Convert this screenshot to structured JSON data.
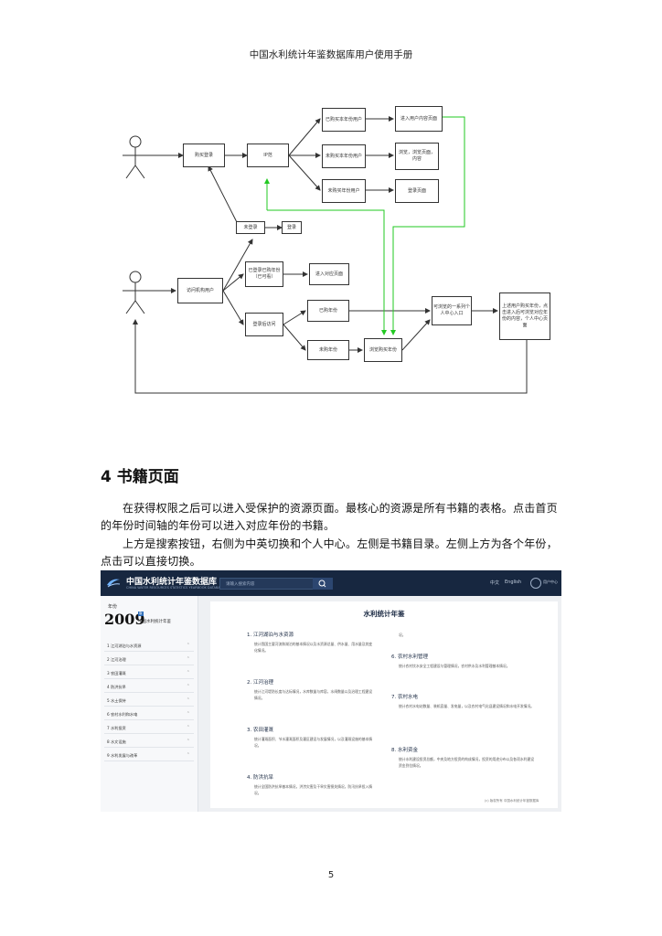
{
  "header": {
    "title": "中国水利统计年鉴数据库用户使用手册"
  },
  "flowchart": {
    "nodes": {
      "n1": "购买登录",
      "n2": "IP范",
      "n3": "已购买本年份用户",
      "n4": "未购买本年份用户",
      "n5": "未购买年份用户",
      "n6": "进入用户内容页面",
      "n7": "浏览，浏览页面，内容",
      "n8": "登录页面",
      "n9": "未登录",
      "n10": "登录",
      "n11": "访问机构用户",
      "n12": "已登录已购年份（已可看）",
      "n13": "进入对应页面",
      "n14": "登录后访问",
      "n15": "已购年份",
      "n16": "未购年份",
      "n17": "浏览购买年份",
      "n18": "可浏览的一系列个人中心入口",
      "n19": "上述用户购买年份，点击进入后可浏览对应年份的内容，个人中心页面"
    }
  },
  "section": {
    "heading": "4 书籍页面",
    "para1": "在获得权限之后可以进入受保护的资源页面。最核心的资源是所有书籍的表格。点击首页的年份时间轴的年份可以进入对应年份的书籍。",
    "para2": "上方是搜索按钮，右侧为中英切换和个人中心。左侧是书籍目录。左侧上方为各个年份，点击可以直接切换。"
  },
  "screenshot": {
    "brand": "中国水利统计年鉴数据库",
    "brand_sub": "CHINA WATER RESOURCES STATISTICS YEARBOOK DATABASE",
    "search_placeholder": "请输入搜索内容",
    "link_cn": "中文",
    "link_en": "English",
    "user": "用户中心",
    "year_label": "年份",
    "year": "2009",
    "year_tag": "版",
    "year_subtitle": "中国水利统计年鉴",
    "menu": [
      "1 江河湖泊与水资源",
      "2 江河治理",
      "3 农田灌溉",
      "4 防洪抗旱",
      "5 水土保持",
      "6 农村水利和水电",
      "7 水利投资",
      "8 水文设施",
      "9 水利发展与改革"
    ],
    "content_title": "水利统计年鉴",
    "sections_left": [
      {
        "title": "1. 江河湖泊与水资源",
        "text": "统计我国主要河流和湖泊的基本情况以及水资源总量、供水量、用水量及其变化情况。"
      },
      {
        "title": "2. 江河治理",
        "text": "统计江河堤防长度与达标情况，水库数量与库容，水闸数量以及治理工程建设情况。"
      },
      {
        "title": "3. 农田灌溉",
        "text": "统计灌溉面积、节水灌溉面积及灌区建设与发展情况，以及灌溉设施的基本情况。"
      },
      {
        "title": "4. 防洪抗旱",
        "text": "统计全国防洪抗旱基本情况，洪涝灾害及干旱灾害损失情况，防汛抗旱投入情况。"
      }
    ],
    "sections_right": [
      {
        "title": "",
        "text": "况。"
      },
      {
        "title": "6. 农村水利管理",
        "text": "统计农村饮水安全工程建设与管理情况，农村供水及水利管理基本情况。"
      },
      {
        "title": "7. 农村水电",
        "text": "统计农村水电站数量、装机容量、发电量，以及农村电气化县建设情况和水电开发情况。"
      },
      {
        "title": "8. 水利资金",
        "text": "统计水利建设投资总额，中央及地方投资的构成情况，投资的用途分布以及各项水利建设资金到位情况。"
      }
    ],
    "footnote": "(c) 版权所有 中国水利统计年鉴数据库"
  },
  "page_number": "5"
}
